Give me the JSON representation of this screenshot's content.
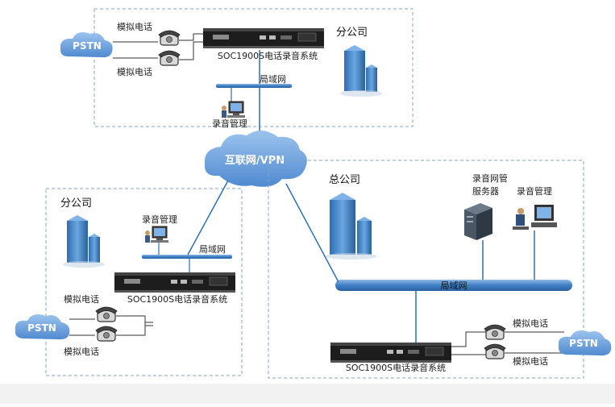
{
  "cloud_pstn": "PSTN",
  "cloud_internet": "互联网/VPN",
  "branch_top": {
    "title": "分公司",
    "phone_label_1": "模拟电话",
    "phone_label_2": "模拟电话",
    "recorder_label": "SOC1900S电话录音系统",
    "lan_label": "局域网",
    "mgmt_label": "录音管理"
  },
  "branch_left": {
    "title": "分公司",
    "mgmt_label": "录音管理",
    "lan_label": "局域网",
    "recorder_label": "SOC1900S电话录音系统",
    "phone_label_1": "模拟电话",
    "phone_label_2": "模拟电话"
  },
  "headquarters": {
    "title": "总公司",
    "server_label_1": "录音网管",
    "server_label_2": "服务器",
    "mgmt_label": "录音管理",
    "lan_label": "局域网",
    "recorder_label": "SOC1900S电话录音系统",
    "phone_label_1": "模拟电话",
    "phone_label_2": "模拟电话"
  },
  "colors": {
    "border_dash": "#8aa3c2",
    "cloud_fill": "#6aa0d8",
    "lan_bar": "#4d86c8",
    "link_line": "#2d6fb5",
    "building": "#4a86c9"
  }
}
